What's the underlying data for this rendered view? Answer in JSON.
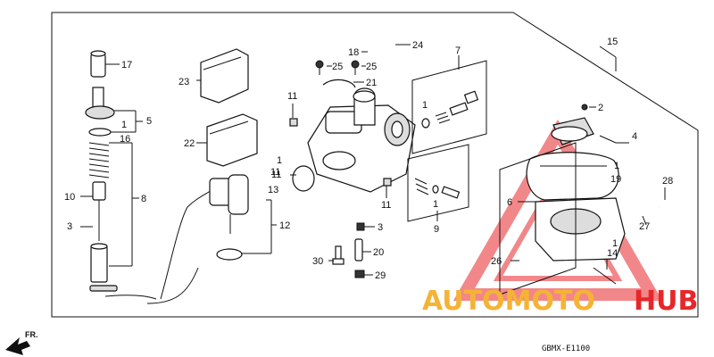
{
  "diagram": {
    "diagram_code": "GBMX-E1100",
    "direction_label": "FR.",
    "watermark": {
      "part1": "AUTOMOTO",
      "part2": "HUB",
      "color1": "#f5b335",
      "color2": "#e8262a"
    },
    "callouts": [
      "17",
      "5",
      "1",
      "16",
      "23",
      "22",
      "8",
      "10",
      "3",
      "12",
      "13",
      "11",
      "1",
      "11",
      "18",
      "24",
      "25",
      "25",
      "21",
      "11",
      "7",
      "1",
      "1",
      "9",
      "11",
      "3",
      "20",
      "30",
      "29",
      "15",
      "2",
      "4",
      "1",
      "19",
      "6",
      "28",
      "27",
      "1",
      "26",
      "14"
    ]
  }
}
